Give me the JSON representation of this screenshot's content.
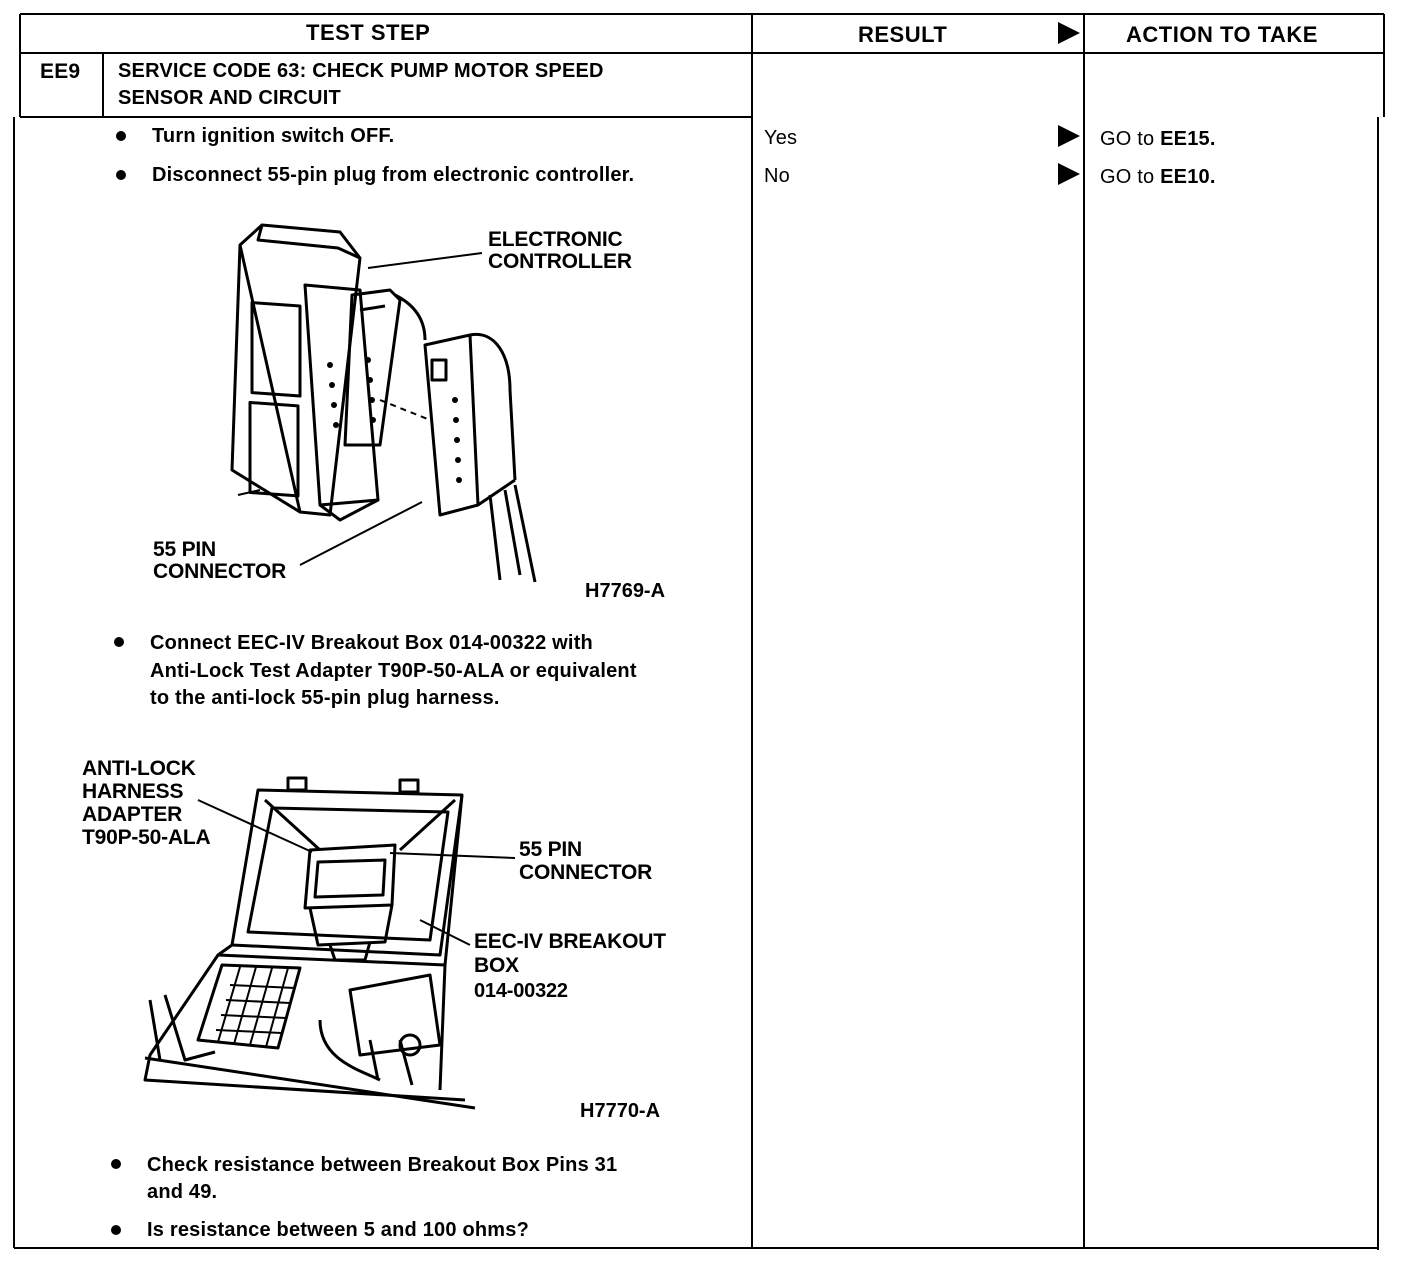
{
  "header": {
    "test_step": "TEST STEP",
    "result": "RESULT",
    "action": "ACTION TO TAKE"
  },
  "step": {
    "id": "EE9",
    "title_line1": "SERVICE CODE 63: CHECK PUMP MOTOR SPEED",
    "title_line2": "SENSOR AND CIRCUIT"
  },
  "instructions": {
    "b1": "Turn ignition switch OFF.",
    "b2": "Disconnect 55-pin plug from electronic controller.",
    "b3_l1": "Connect EEC-IV Breakout Box 014-00322 with",
    "b3_l2": "Anti-Lock Test Adapter T90P-50-ALA or equivalent",
    "b3_l3": "to the anti-lock 55-pin plug harness.",
    "b4_l1": "Check resistance between Breakout Box Pins 31",
    "b4_l2": "and 49.",
    "b5": "Is resistance between 5 and 100 ohms?"
  },
  "figure1": {
    "label_controller_1": "ELECTRONIC",
    "label_controller_2": "CONTROLLER",
    "label_connector_1": "55 PIN",
    "label_connector_2": "CONNECTOR",
    "id": "H7769-A"
  },
  "figure2": {
    "label_adapter_1": "ANTI-LOCK",
    "label_adapter_2": "HARNESS",
    "label_adapter_3": "ADAPTER",
    "label_adapter_4": "T90P-50-ALA",
    "label_connector_1": "55 PIN",
    "label_connector_2": "CONNECTOR",
    "label_box_1": "EEC-IV BREAKOUT",
    "label_box_2": "BOX",
    "label_box_3": "014-00322",
    "id": "H7770-A"
  },
  "results": [
    {
      "result": "Yes",
      "action_prefix": "GO to ",
      "action_target": "EE15."
    },
    {
      "result": "No",
      "action_prefix": "GO to ",
      "action_target": "EE10."
    }
  ]
}
